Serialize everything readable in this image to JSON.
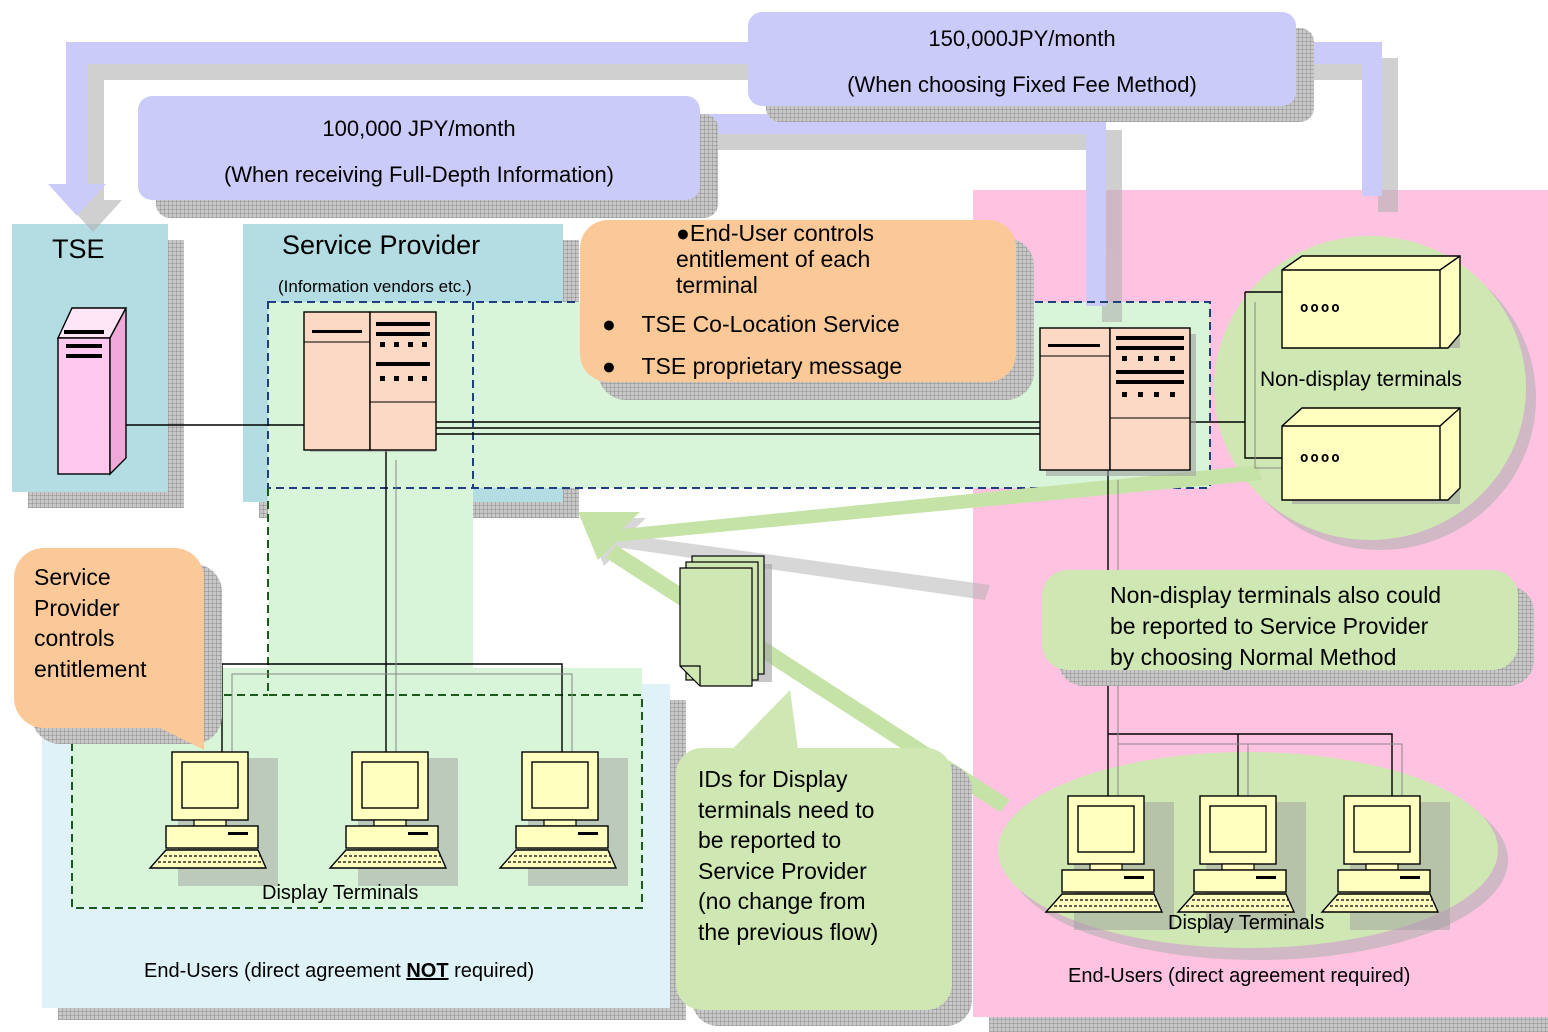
{
  "fees": {
    "fixed": {
      "line1": "150,000JPY/month",
      "line2": "(When choosing Fixed Fee Method)"
    },
    "full_depth": {
      "line1": "100,000 JPY/month",
      "line2": "(When receiving Full-Depth Information)"
    }
  },
  "tse": {
    "label": "TSE"
  },
  "service_provider": {
    "label": "Service Provider",
    "sublabel": "(Information vendors etc.)"
  },
  "end_user_callout": {
    "line1": "●End-User controls",
    "line2": "entitlement of each",
    "line3": "terminal",
    "bullets": [
      "TSE Co-Location Service",
      "TSE proprietary message"
    ]
  },
  "sp_callout": {
    "lines": [
      "Service",
      "Provider",
      "controls",
      "entitlement"
    ]
  },
  "non_display": {
    "label": "Non-display terminals",
    "led": "oooo"
  },
  "non_display_note": {
    "lines": [
      "Non-display terminals also could",
      "be reported to Service Provider",
      "by choosing Normal Method"
    ]
  },
  "ids_note": {
    "lines": [
      "IDs for Display",
      "terminals need to",
      "be reported to",
      "Service Provider",
      "(no change from",
      "the previous flow)"
    ]
  },
  "left_users": {
    "display_label": "Display Terminals",
    "caption_pre": "End-Users (direct agreement ",
    "caption_bold": "NOT",
    "caption_post": " required)"
  },
  "right_users": {
    "display_label": "Display Terminals",
    "caption": "End-Users (direct agreement required)"
  },
  "colors": {
    "purple": "#cbcbfa",
    "orange": "#fbc898",
    "green": "#cfe7b3",
    "pink": "#ffc2e0",
    "teal": "#b3dde3",
    "server": "#fcd9c5",
    "tse_server": "#ffc8ee",
    "monitor": "#ffffc0"
  }
}
